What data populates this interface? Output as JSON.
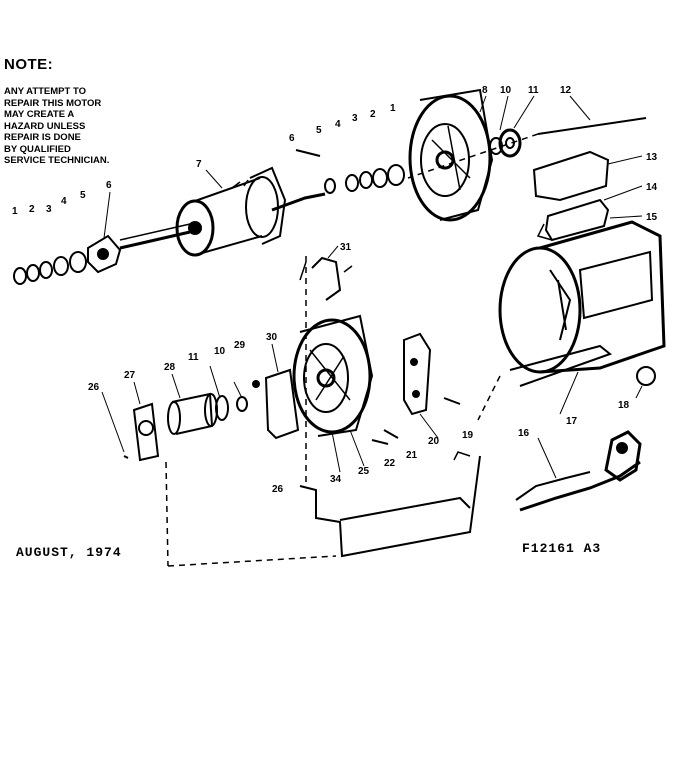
{
  "note": {
    "title": "NOTE:",
    "lines": [
      "ANY ATTEMPT TO",
      "REPAIR THIS MOTOR",
      "MAY CREATE A",
      "HAZARD UNLESS",
      "REPAIR IS DONE",
      "BY QUALIFIED",
      "SERVICE TECHNICIAN."
    ]
  },
  "date": "AUGUST, 1974",
  "figure_code": "F12161 A3",
  "callouts": {
    "washers_left": [
      "1",
      "2",
      "3",
      "4",
      "5",
      "6"
    ],
    "shaft_part": "7",
    "end_washers": [
      "1",
      "2",
      "3",
      "4",
      "5",
      "6"
    ],
    "end_bell_group": [
      "8",
      "10",
      "11",
      "12"
    ],
    "right_side": [
      "13",
      "14",
      "15",
      "16",
      "17",
      "18"
    ],
    "lower_left": [
      "26",
      "27",
      "28",
      "11",
      "10",
      "29",
      "30"
    ],
    "lower_center": [
      "31",
      "34",
      "25",
      "22",
      "21",
      "20",
      "19",
      "26"
    ]
  }
}
